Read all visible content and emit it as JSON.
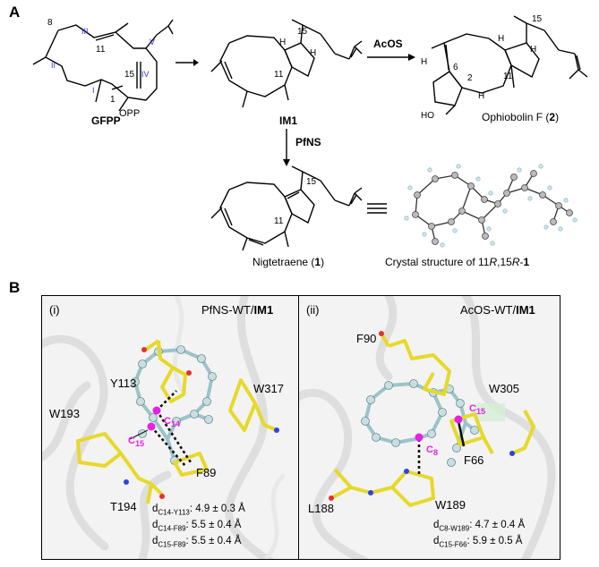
{
  "panel_a": {
    "letter": "A",
    "gfpp": {
      "label": "GFPP",
      "opp": "OPP",
      "roman": [
        "I",
        "II",
        "III",
        "IV",
        "V"
      ],
      "numbers": [
        "8",
        "11",
        "15",
        "1"
      ]
    },
    "im1": {
      "label": "IM1",
      "numbers": [
        "H",
        "15",
        "H",
        "11"
      ]
    },
    "acos_arrow": "AcOS",
    "pfns_arrow": "PfNS",
    "ophiobolin": {
      "name": "Ophiobolin F (",
      "num": "2",
      "close": ")",
      "numbers": [
        "H",
        "15",
        "H",
        "6",
        "2",
        "11",
        "H",
        "HO"
      ]
    },
    "nigtetraene": {
      "name": "Nigtetraene  (",
      "num": "1",
      "close": ")",
      "numbers": [
        "15",
        "11"
      ]
    },
    "crystal": {
      "prefix": "Crystal structure of 11",
      "r1": "R",
      "mid": ",15",
      "r2": "R",
      "suffix": "-",
      "num": "1"
    }
  },
  "panel_b": {
    "letter": "B",
    "left": {
      "roman": "(i)",
      "title_prefix": "PfNS-WT/",
      "title_bold": "IM1",
      "residues": [
        "Y113",
        "W193",
        "W317",
        "F89",
        "T194"
      ],
      "carbons": [
        {
          "c": "C",
          "sub": "14"
        },
        {
          "c": "C",
          "sub": "15"
        }
      ],
      "distances": [
        {
          "d": "d",
          "sub": "C14-Y113",
          "val": ": 4.9 ± 0.3 Å"
        },
        {
          "d": "d",
          "sub": "C14-F89",
          "val": ": 5.5 ± 0.4 Å"
        },
        {
          "d": "d",
          "sub": "C15-F89",
          "val": ": 5.5 ± 0.4 Å"
        }
      ]
    },
    "right": {
      "roman": "(ii)",
      "title_prefix": "AcOS-WT/",
      "title_bold": "IM1",
      "residues": [
        "F90",
        "W305",
        "F66",
        "L188",
        "W189"
      ],
      "carbons": [
        {
          "c": "C",
          "sub": "15"
        },
        {
          "c": "C",
          "sub": "8"
        }
      ],
      "distances": [
        {
          "d": "d",
          "sub": "C8-W189",
          "val": ": 4.7 ± 0.4 Å"
        },
        {
          "d": "d",
          "sub": "C15-F66",
          "val": ": 5.9 ± 0.5 Å"
        }
      ]
    }
  },
  "colors": {
    "magenta": "#e620e6",
    "yellow": "#e6d92a",
    "ligand": "#b6d3d6",
    "blue_label": "#2d3bd6"
  }
}
